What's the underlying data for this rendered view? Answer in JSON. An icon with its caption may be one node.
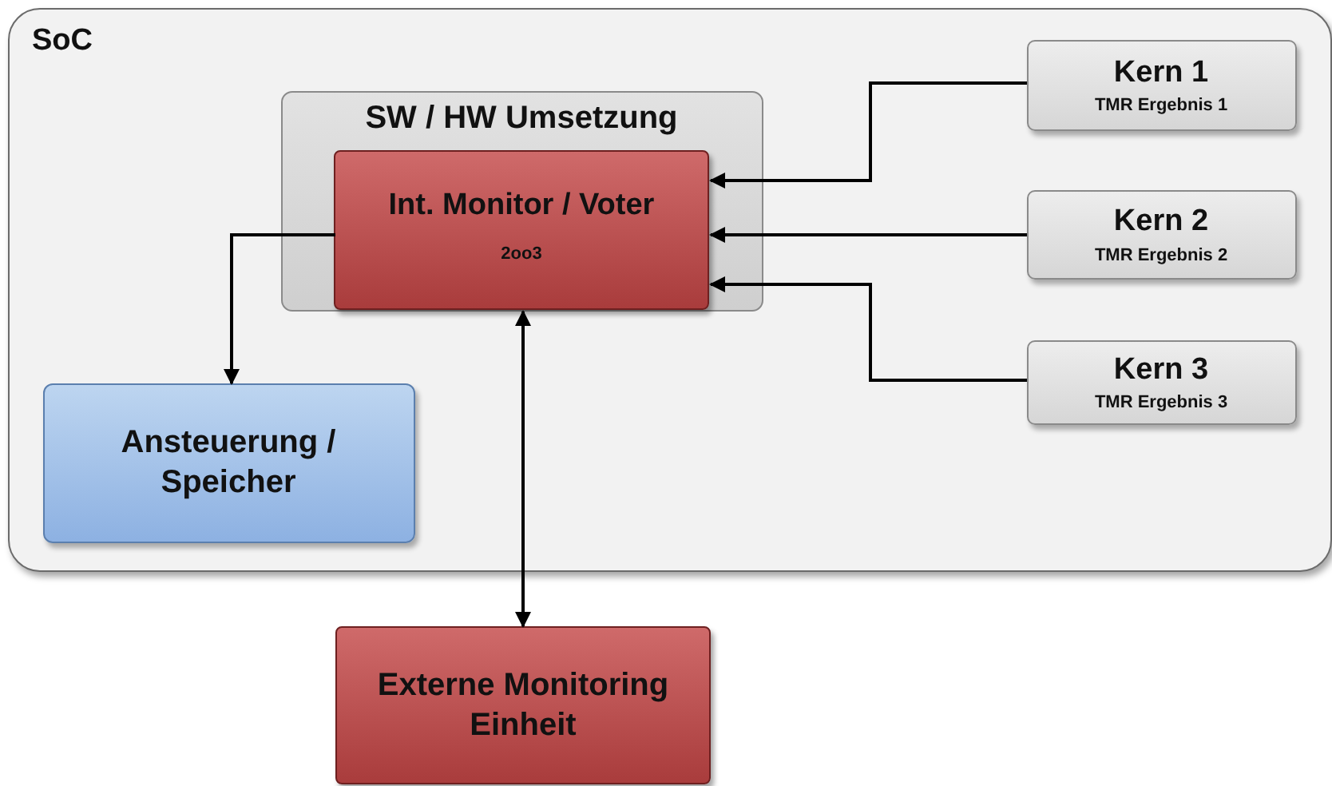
{
  "diagram": {
    "nodes": [
      {
        "text": [
          "SoC"
        ]
      },
      {
        "text": [
          "SW / HW Umsetzung"
        ],
        "in": 0
      },
      {
        "text": [
          "Int. Monitor / Voter",
          "2oo3"
        ],
        "in": 1
      },
      {
        "text": [
          "Kern 1",
          "TMR Ergebnis 1"
        ],
        "in": 0
      },
      {
        "text": [
          "Kern 2",
          "TMR Ergebnis 2"
        ],
        "in": 0
      },
      {
        "text": [
          "Kern 3",
          "TMR Ergebnis 3"
        ],
        "in": 0
      },
      {
        "text": [
          "Ansteuerung / Speicher"
        ],
        "in": 0
      },
      {
        "text": [
          "Externe Monitoring Einheit"
        ]
      }
    ],
    "edges": [
      {
        "from": 3,
        "to": 2,
        "arrow": "to"
      },
      {
        "from": 4,
        "to": 2,
        "arrow": "to"
      },
      {
        "from": 5,
        "to": 2,
        "arrow": "to"
      },
      {
        "from": 2,
        "to": 6,
        "arrow": "to"
      },
      {
        "from": 2,
        "to": 7,
        "arrow": "both"
      }
    ]
  }
}
